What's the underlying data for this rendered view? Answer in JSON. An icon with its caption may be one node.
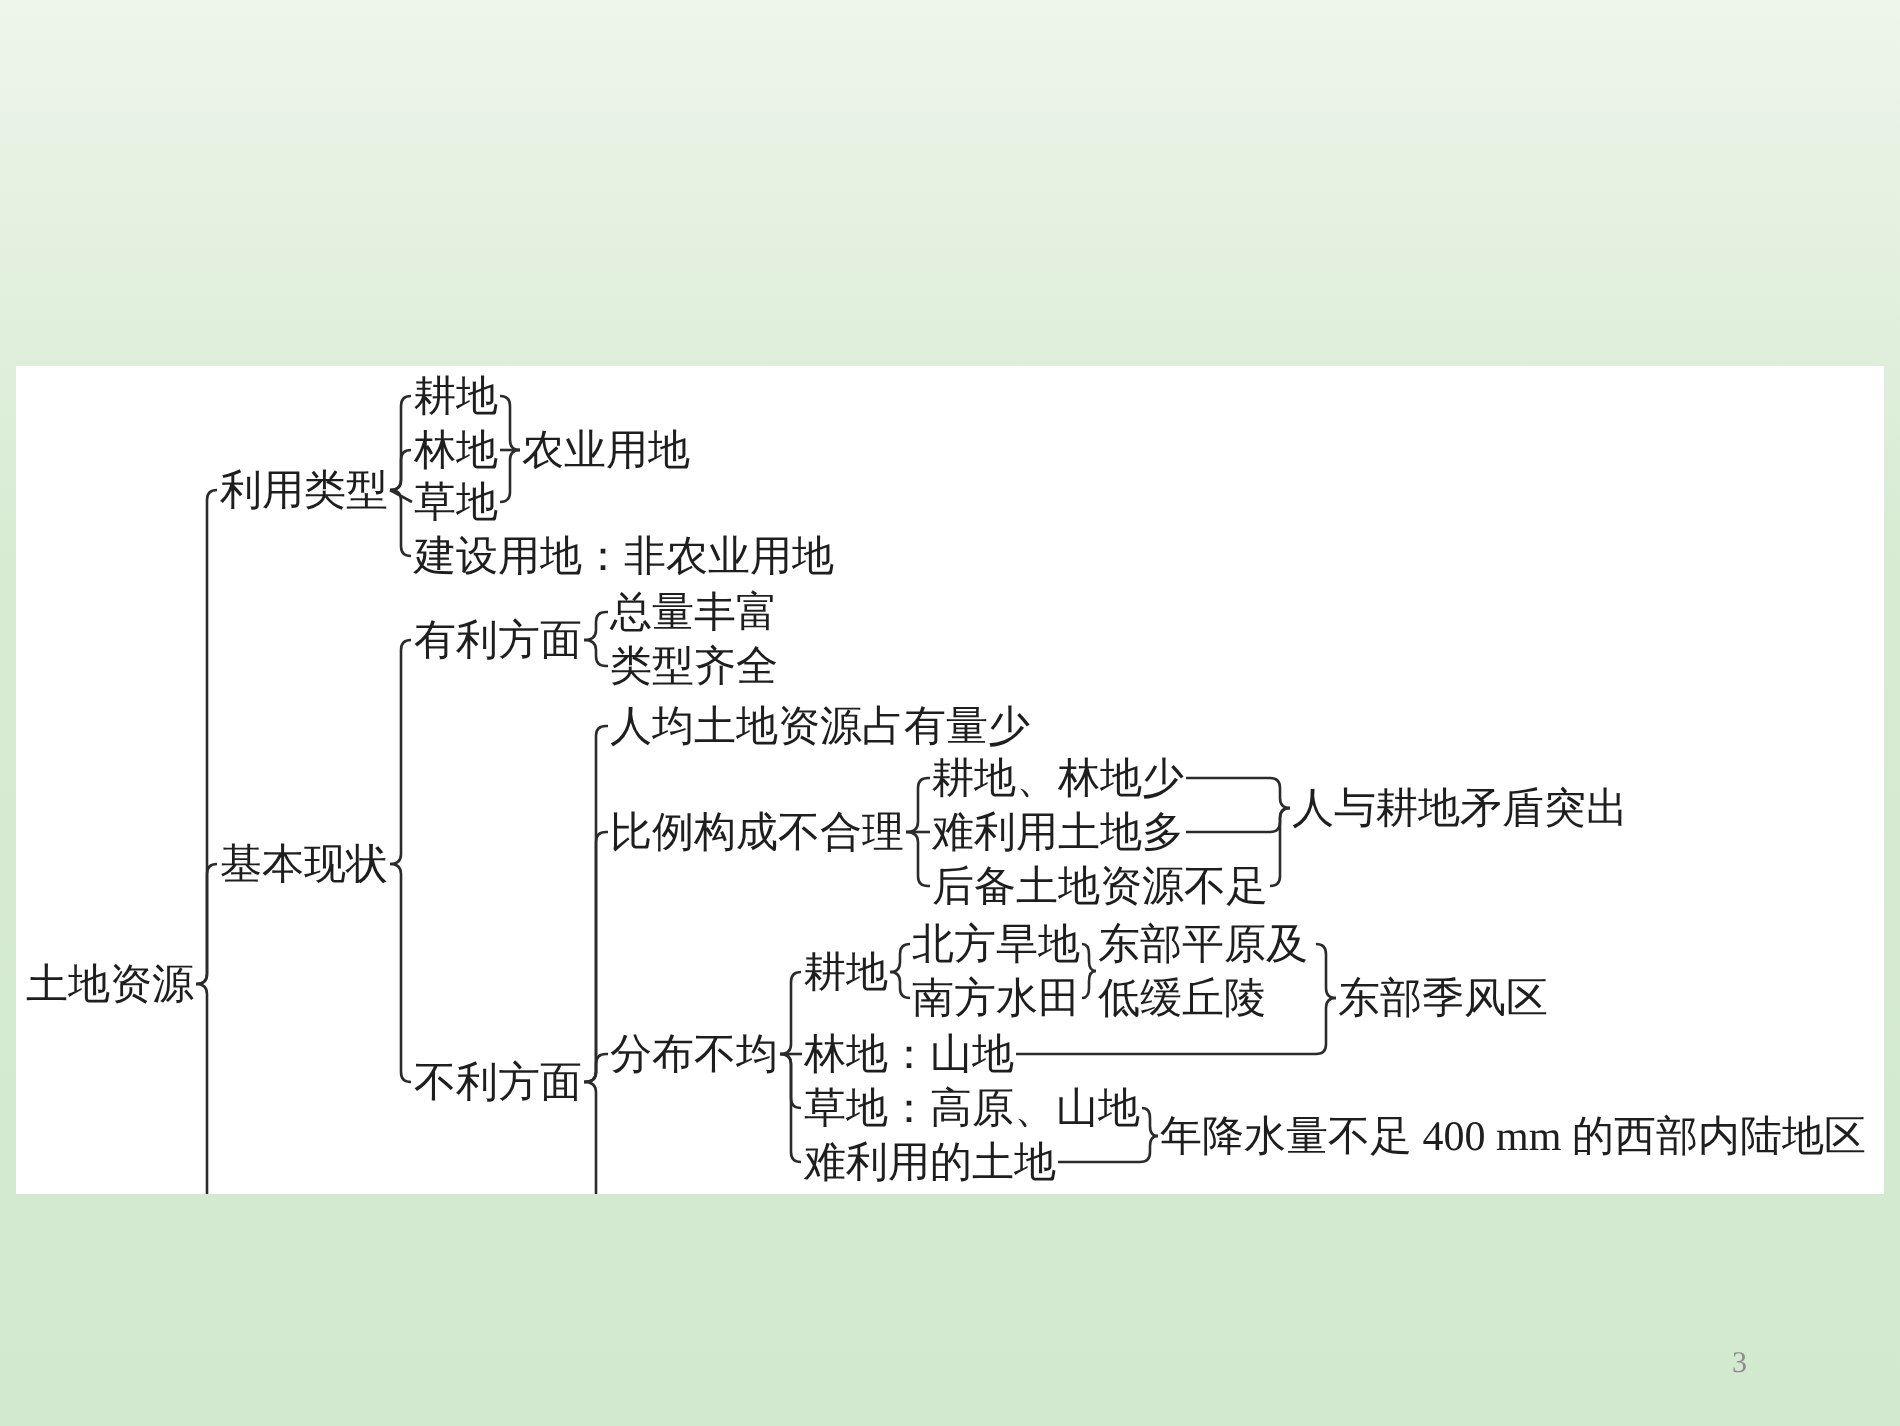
{
  "diagram": {
    "nodes": [
      {
        "text": [
          "土地资源"
        ]
      },
      {
        "text": [
          "利用类型"
        ]
      },
      {
        "text": [
          "耕地"
        ]
      },
      {
        "text": [
          "林地"
        ]
      },
      {
        "text": [
          "草地"
        ]
      },
      {
        "text": [
          "农业用地"
        ]
      },
      {
        "text": [
          "建设用地：非农业用地"
        ]
      },
      {
        "text": [
          "基本现状"
        ]
      },
      {
        "text": [
          "有利方面"
        ]
      },
      {
        "text": [
          "总量丰富"
        ]
      },
      {
        "text": [
          "类型齐全"
        ]
      },
      {
        "text": [
          "不利方面"
        ]
      },
      {
        "text": [
          "人均土地资源占有量少"
        ]
      },
      {
        "text": [
          "比例构成不合理"
        ]
      },
      {
        "text": [
          "耕地、林地少"
        ]
      },
      {
        "text": [
          "难利用土地多"
        ]
      },
      {
        "text": [
          "后备土地资源不足"
        ]
      },
      {
        "text": [
          "人与耕地矛盾突出"
        ]
      },
      {
        "text": [
          "分布不均"
        ]
      },
      {
        "text": [
          "耕地"
        ]
      },
      {
        "text": [
          "北方旱地"
        ]
      },
      {
        "text": [
          "南方水田"
        ]
      },
      {
        "text": [
          "东部平原及低缓丘陵"
        ]
      },
      {
        "text": [
          "东部季风区"
        ]
      },
      {
        "text": [
          "林地：山地"
        ]
      },
      {
        "text": [
          "草地：高原、山地"
        ]
      },
      {
        "text": [
          "难利用的土地"
        ]
      },
      {
        "text": [
          "年降水量不足 400 mm 的西部内陆地区"
        ]
      }
    ],
    "edges": [
      {
        "from": 0,
        "to": 1,
        "arrow": "none"
      },
      {
        "from": 0,
        "to": 7,
        "arrow": "none"
      },
      {
        "from": 1,
        "to": 2,
        "arrow": "none"
      },
      {
        "from": 1,
        "to": 3,
        "arrow": "none"
      },
      {
        "from": 1,
        "to": 4,
        "arrow": "none"
      },
      {
        "from": 1,
        "to": 6,
        "arrow": "none"
      },
      {
        "from": 2,
        "to": 5,
        "arrow": "none"
      },
      {
        "from": 3,
        "to": 5,
        "arrow": "none"
      },
      {
        "from": 4,
        "to": 5,
        "arrow": "none"
      },
      {
        "from": 7,
        "to": 8,
        "arrow": "none"
      },
      {
        "from": 7,
        "to": 11,
        "arrow": "none"
      },
      {
        "from": 8,
        "to": 9,
        "arrow": "none"
      },
      {
        "from": 8,
        "to": 10,
        "arrow": "none"
      },
      {
        "from": 11,
        "to": 12,
        "arrow": "none"
      },
      {
        "from": 11,
        "to": 13,
        "arrow": "none"
      },
      {
        "from": 11,
        "to": 18,
        "arrow": "none"
      },
      {
        "from": 13,
        "to": 14,
        "arrow": "none"
      },
      {
        "from": 13,
        "to": 15,
        "arrow": "none"
      },
      {
        "from": 13,
        "to": 16,
        "arrow": "none"
      },
      {
        "from": 14,
        "to": 17,
        "arrow": "none"
      },
      {
        "from": 15,
        "to": 17,
        "arrow": "none"
      },
      {
        "from": 16,
        "to": 17,
        "arrow": "none"
      },
      {
        "from": 18,
        "to": 19,
        "arrow": "none"
      },
      {
        "from": 18,
        "to": 24,
        "arrow": "none"
      },
      {
        "from": 18,
        "to": 25,
        "arrow": "none"
      },
      {
        "from": 18,
        "to": 26,
        "arrow": "none"
      },
      {
        "from": 19,
        "to": 20,
        "arrow": "none"
      },
      {
        "from": 19,
        "to": 21,
        "arrow": "none"
      },
      {
        "from": 20,
        "to": 22,
        "arrow": "none"
      },
      {
        "from": 21,
        "to": 22,
        "arrow": "none"
      },
      {
        "from": 22,
        "to": 23,
        "arrow": "none"
      },
      {
        "from": 24,
        "to": 23,
        "arrow": "none"
      },
      {
        "from": 25,
        "to": 27,
        "arrow": "none"
      },
      {
        "from": 26,
        "to": 27,
        "arrow": "none"
      }
    ],
    "labels": [
      "3"
    ]
  }
}
